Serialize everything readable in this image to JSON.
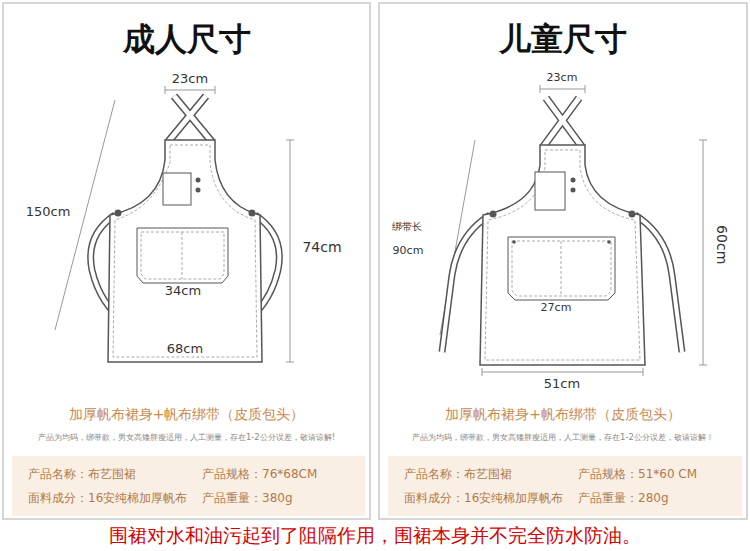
{
  "diagram": {
    "caption": "围裙对水和油污起到了阻隔作用，围裙本身并不完全防水防油。",
    "nodes": [
      {
        "text": [
          "成人尺寸",
          "加厚帆布裙身+帆布绑带（皮质包头）",
          "产品为均码，绑带款，男女高矮胖瘦适用，人工测量，存在1-2公分误差，敬请谅解!"
        ]
      },
      {
        "text": [
          "产品名称：布艺围裙",
          "产品规格：76*68CM",
          "面料成分：16安纯棉加厚帆布",
          "产品重量：380g"
        ],
        "in": 0
      },
      {
        "text": [
          "儿童尺寸",
          "加厚帆布裙身+帆布绑带（皮质包头）",
          "产品为均码，绑带款，男女高矮胖瘦适用，人工测量，存在1-2公分误差，敬请谅解！"
        ]
      },
      {
        "text": [
          "产品名称：布艺围裙",
          "产品规格：51*60 CM",
          "面料成分：16安纯棉加厚帆布",
          "产品重量：280g"
        ],
        "in": 2
      }
    ],
    "labels": [
      "23cm",
      "150cm",
      "74cm",
      "34cm",
      "68cm",
      "23cm",
      "绑带长",
      "90cm",
      "60cm",
      "27cm",
      "51cm"
    ]
  }
}
